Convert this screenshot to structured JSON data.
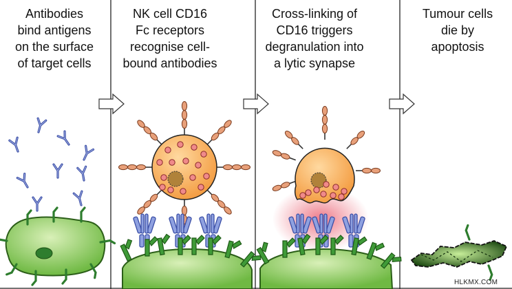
{
  "steps": [
    {
      "caption": [
        "Antibodies",
        "bind antigens",
        "on the surface",
        "of target cells"
      ]
    },
    {
      "caption": [
        "NK cell CD16",
        "Fc receptors",
        "recognise cell-",
        "bound antibodies"
      ]
    },
    {
      "caption": [
        "Cross-linking of",
        "CD16 triggers",
        "degranulation into",
        "a lytic synapse"
      ]
    },
    {
      "caption": [
        "Tumour cells",
        "die by",
        "apoptosis"
      ]
    }
  ],
  "watermark": "HLKMX.COM",
  "colors": {
    "antibody": "#3a4ea6",
    "antigen": "#2e7d2e",
    "target_cell": "#7cc24e",
    "nk_cell": "#f6a857",
    "granule": "#f08a8a",
    "synapse": "#e0102a",
    "receptor": "#e8a07a"
  }
}
